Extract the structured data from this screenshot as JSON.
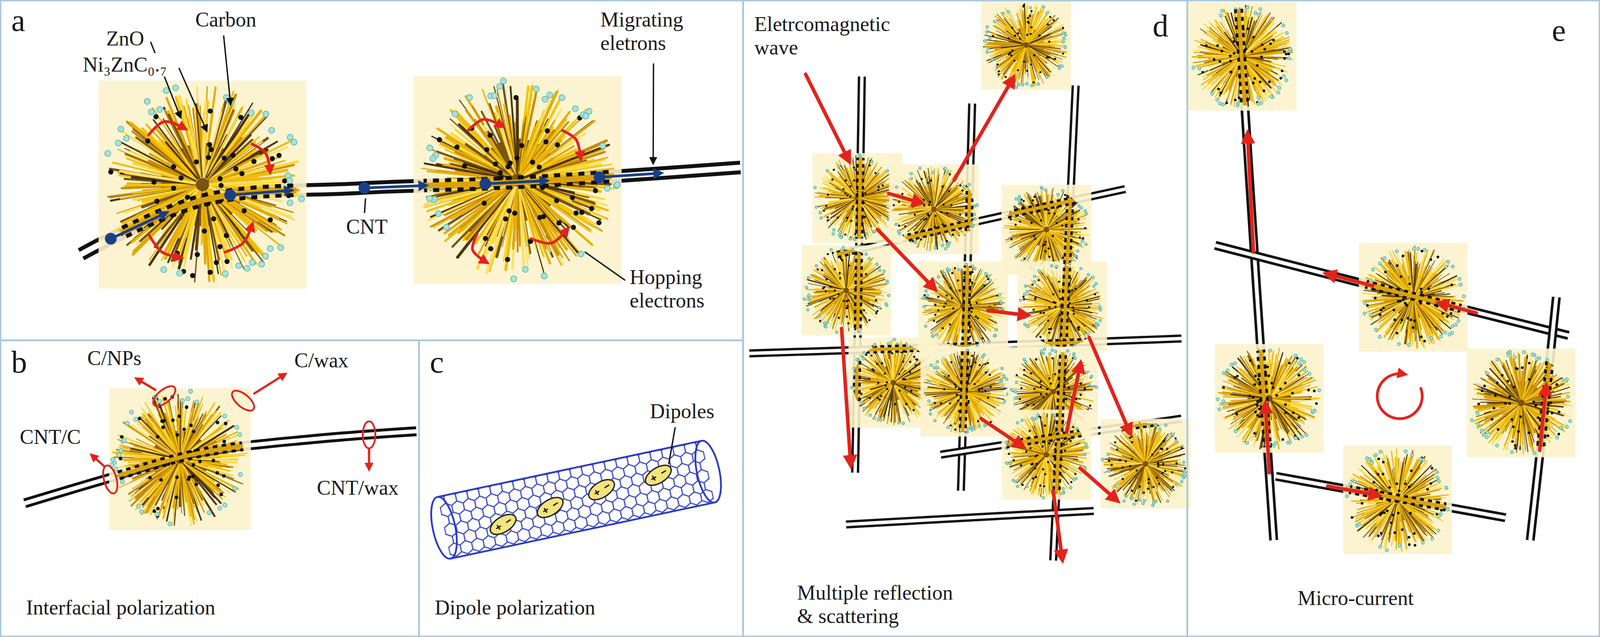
{
  "diagram": {
    "nodes": [
      {
        "text": [
          "a"
        ]
      },
      {
        "text": [
          "b",
          "Interfacial polarization"
        ]
      },
      {
        "text": [
          "c",
          "Dipole polarization"
        ]
      },
      {
        "text": [
          "d",
          "Multiple reflection & scattering"
        ]
      },
      {
        "text": [
          "e",
          "Micro-current"
        ]
      }
    ],
    "labels": [
      "ZnO",
      "Carbon",
      "Ni₃ZnC₀.₇",
      "Migrating eletrons",
      "CNT",
      "Hopping electrons",
      "C/NPs",
      "C/wax",
      "CNT/C",
      "CNT/wax",
      "Dipoles",
      "Eletrcomagnetic wave"
    ]
  }
}
